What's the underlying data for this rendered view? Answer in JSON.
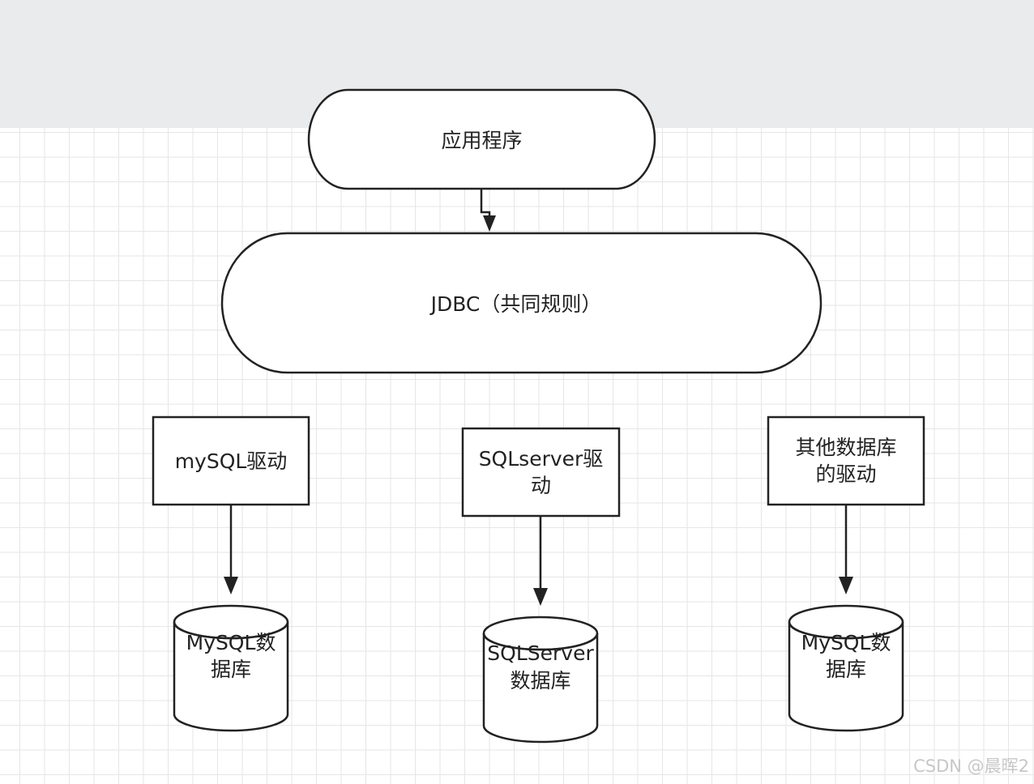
{
  "nodes": {
    "app": {
      "label": "应用程序"
    },
    "jdbc": {
      "label": "JDBC（共同规则）"
    },
    "mysql_driver": {
      "label": "mySQL驱动"
    },
    "sqlserver_driver": {
      "line1": "SQLserver驱",
      "line2": "动"
    },
    "other_driver": {
      "line1": "其他数据库",
      "line2": "的驱动"
    },
    "mysql_db_left": {
      "line1": "MySQL数",
      "line2": "据库"
    },
    "sqlserver_db": {
      "line1": "SQLServer",
      "line2": "数据库"
    },
    "mysql_db_right": {
      "line1": "MySQL数",
      "line2": "据库"
    }
  },
  "watermark": "CSDN @晨晖2"
}
